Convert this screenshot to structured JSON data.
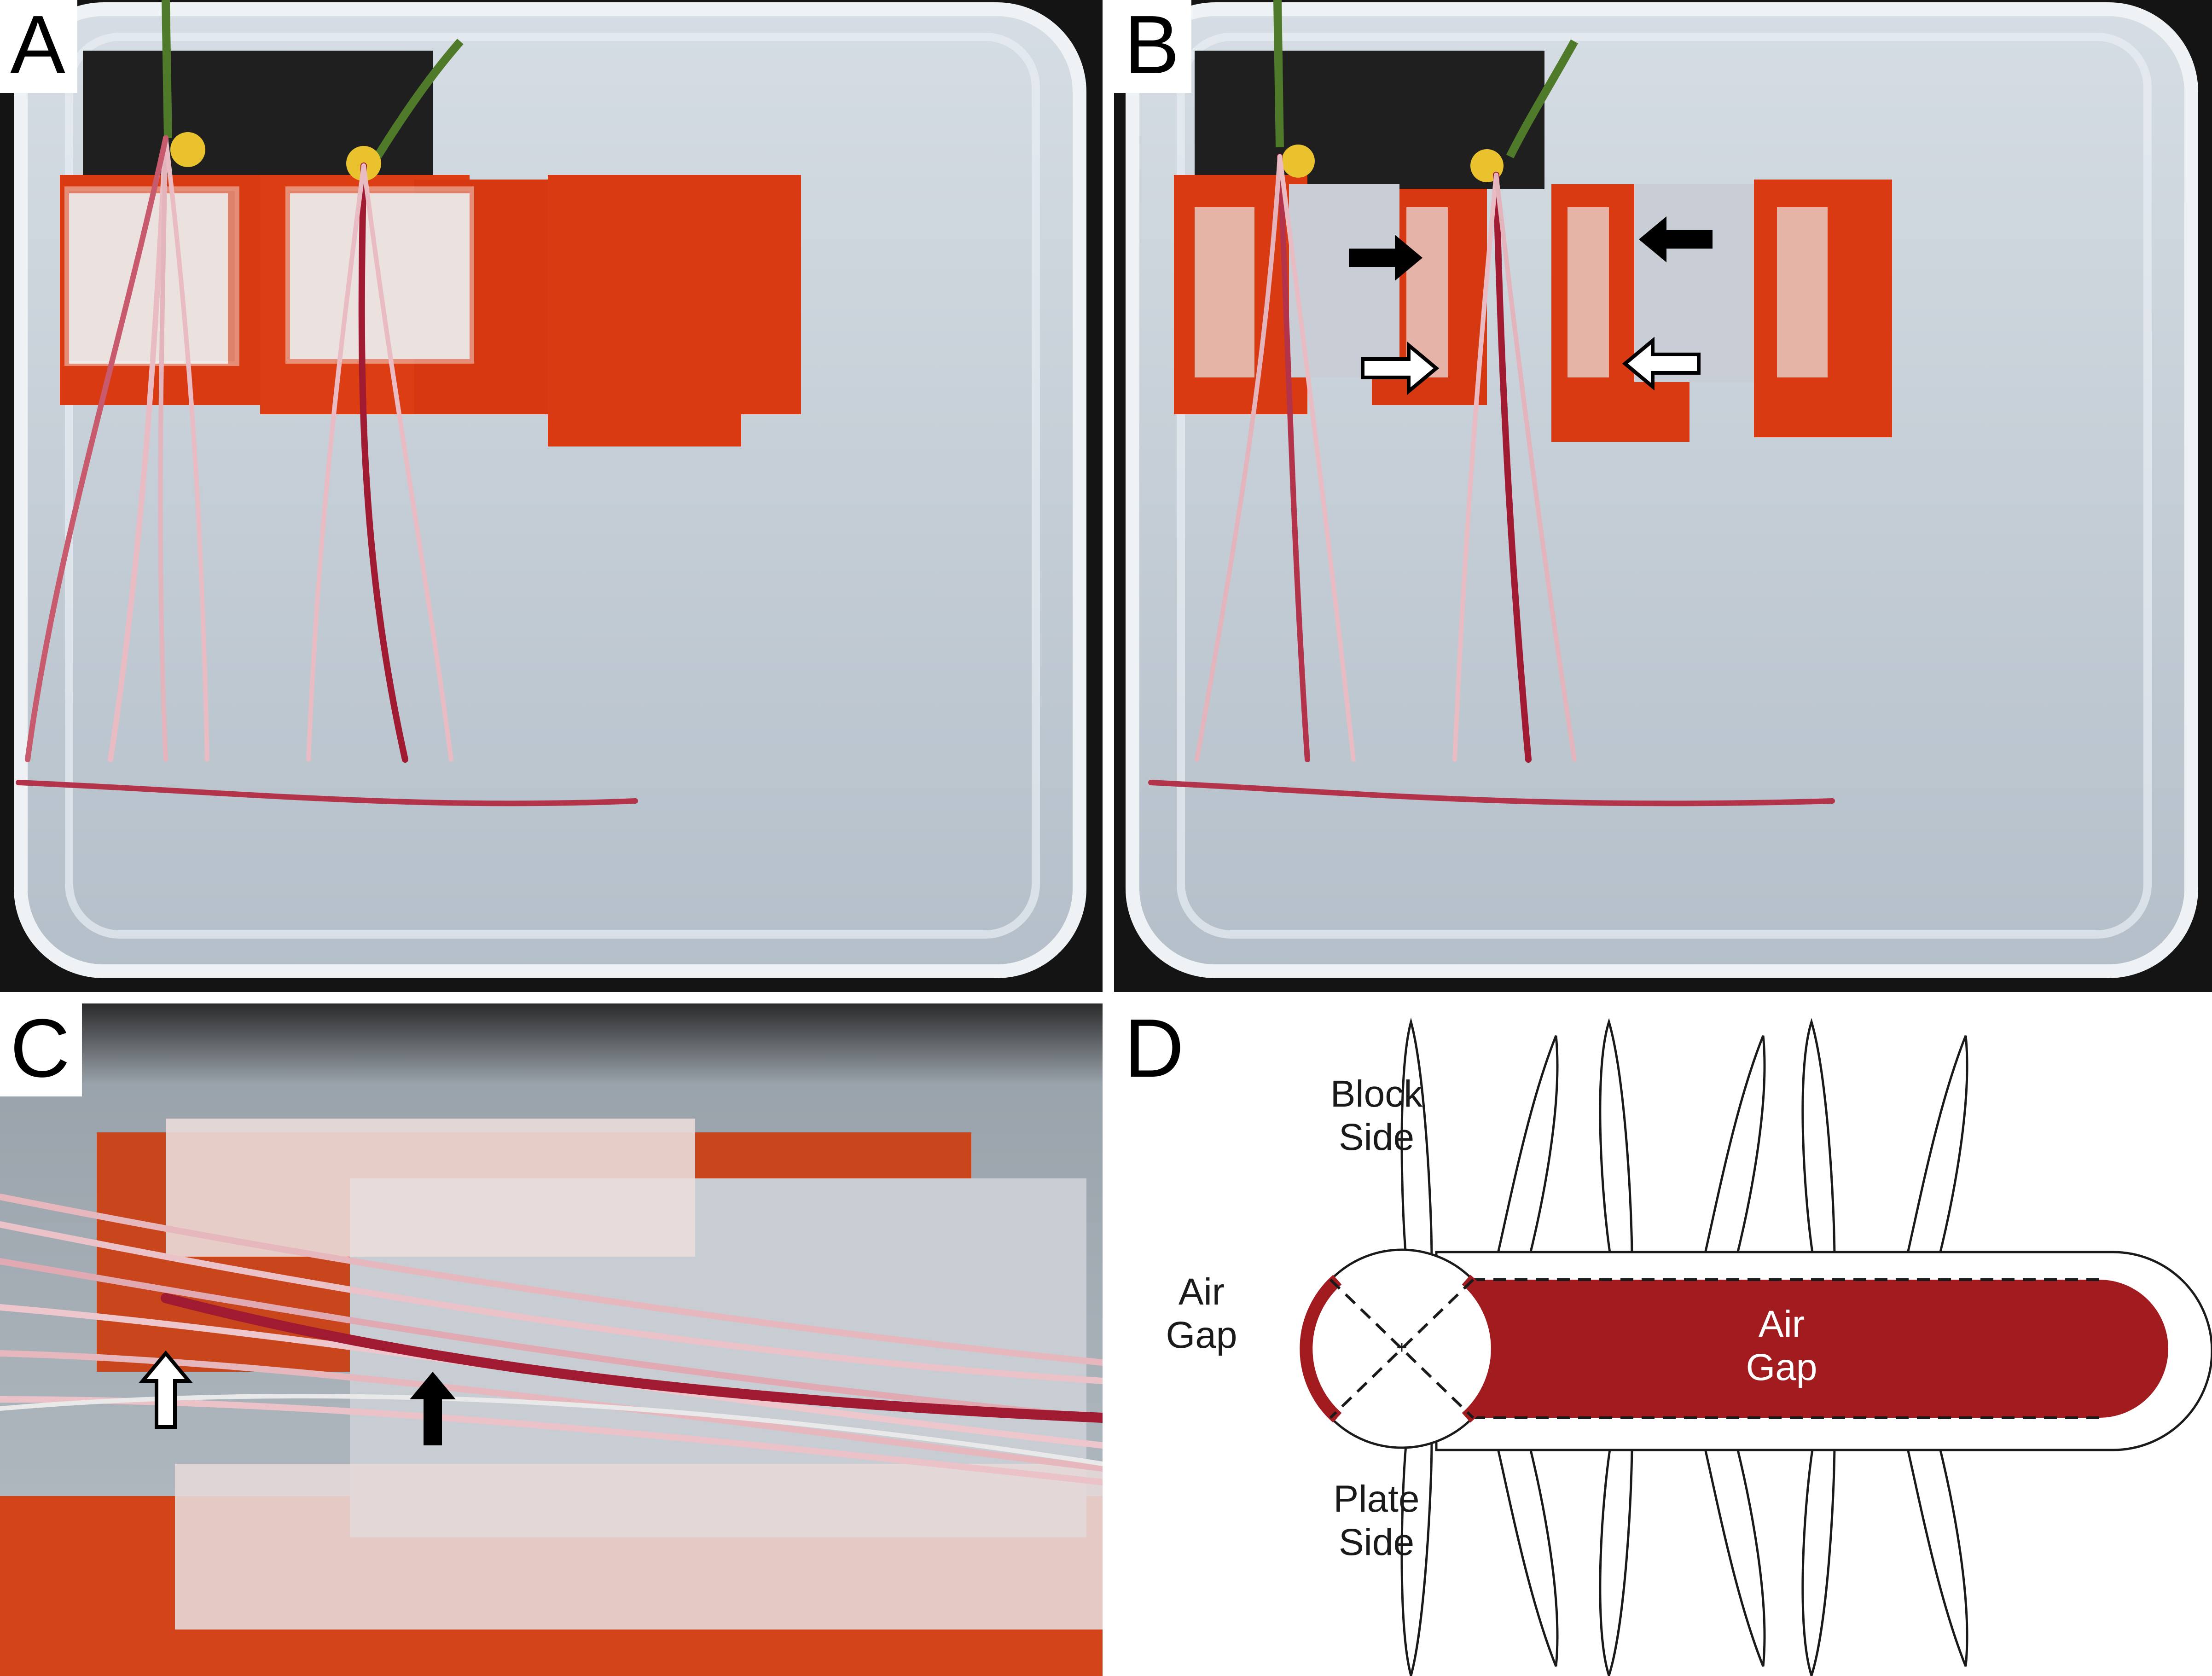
{
  "panels": {
    "a": {
      "label": "A"
    },
    "b": {
      "label": "B"
    },
    "c": {
      "label": "C"
    },
    "d": {
      "label": "D"
    }
  },
  "diagram": {
    "block_side": [
      "Block",
      "Side"
    ],
    "plate_side": [
      "Plate",
      "Side"
    ],
    "air_gap_left": [
      "Air",
      "Gap"
    ],
    "air_gap_center": [
      "Air",
      "Gap"
    ]
  },
  "colors": {
    "tray_background": "#1a1a1a",
    "plate_plastic": "#c9d3dc",
    "orange_felt": "#d93a12",
    "cover_sheet": "#ece6e4",
    "root_pink": "#e8b7bd",
    "root_red": "#a01a32",
    "stem_green": "#4f7a2a",
    "seed_yellow": "#e9c22d",
    "air_gap_red": "#a11b1f"
  },
  "icons": [
    "black-arrow-icon",
    "white-arrow-icon"
  ]
}
